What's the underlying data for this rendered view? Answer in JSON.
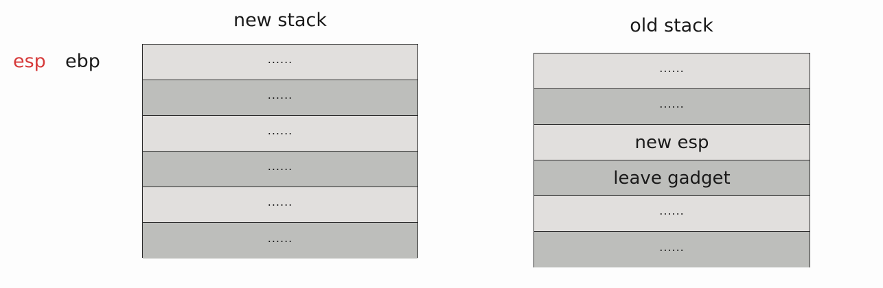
{
  "colors": {
    "esp": "#d63a3a",
    "ebp": "#1a1a1a",
    "cell_light": "#e1dfdd",
    "cell_dark": "#bdbebb"
  },
  "registers": {
    "esp": "esp",
    "ebp": "ebp"
  },
  "new_stack": {
    "title": "new stack",
    "cells": [
      "......",
      "......",
      "......",
      "......",
      "......",
      "......"
    ]
  },
  "old_stack": {
    "title": "old stack",
    "cells": [
      "......",
      "......",
      "new esp",
      "leave gadget",
      "......",
      "......"
    ]
  }
}
